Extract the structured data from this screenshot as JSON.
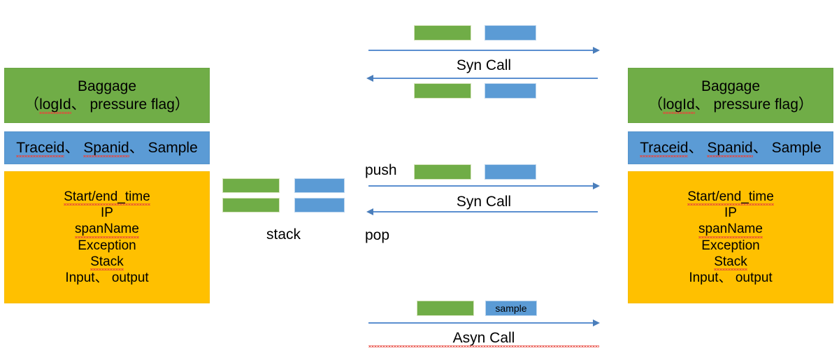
{
  "diagram": {
    "title": "Distributed tracing context propagation diagram",
    "colors": {
      "green": "#70AD47",
      "blue": "#5B9BD5",
      "orange": "#FFC000",
      "arrow": "#5B8FD0",
      "text": "#000000"
    }
  },
  "left_context": {
    "baggage": {
      "line1": "Baggage",
      "line2_prefix": "（",
      "line2_logid": "logId",
      "line2_mid": "、 pressure flag",
      "line2_suffix": "）"
    },
    "trace": {
      "traceid": "Traceid",
      "sep1": "、 ",
      "spanid": "Spanid",
      "sep2": "、 ",
      "sample": "Sample"
    },
    "span": {
      "lines": [
        "Start/end_time",
        "IP",
        "spanName",
        "Exception",
        "Stack",
        "Input、 output"
      ]
    }
  },
  "right_context": {
    "baggage": {
      "line1": "Baggage",
      "line2_prefix": "（",
      "line2_logid": "logId",
      "line2_mid": "、 pressure flag",
      "line2_suffix": "）"
    },
    "trace": {
      "traceid": "Traceid",
      "sep1": "、 ",
      "spanid": "Spanid",
      "sep2": "、 ",
      "sample": "Sample"
    },
    "span": {
      "lines": [
        "Start/end_time",
        "IP",
        "spanName",
        "Exception",
        "Stack",
        "Input、 output"
      ]
    }
  },
  "stack_widget": {
    "label": "stack",
    "rows": [
      {
        "green": "",
        "blue": ""
      },
      {
        "green": "",
        "blue": ""
      }
    ]
  },
  "calls": [
    {
      "id": "syn-call-top",
      "label": "Syn Call",
      "top_bars": {
        "green": "",
        "blue": ""
      },
      "bottom_bars": {
        "green": "",
        "blue": ""
      },
      "arrows": [
        "right",
        "left"
      ]
    },
    {
      "id": "syn-call-middle",
      "label": "Syn Call",
      "push_label": "push",
      "pop_label": "pop",
      "top_bars": {
        "green": "",
        "blue": ""
      },
      "arrows": [
        "right",
        "left"
      ]
    },
    {
      "id": "asyn-call-bottom",
      "label": "Asyn Call",
      "top_bars": {
        "green": "",
        "blue": "sample"
      },
      "arrows": [
        "right"
      ]
    }
  ]
}
